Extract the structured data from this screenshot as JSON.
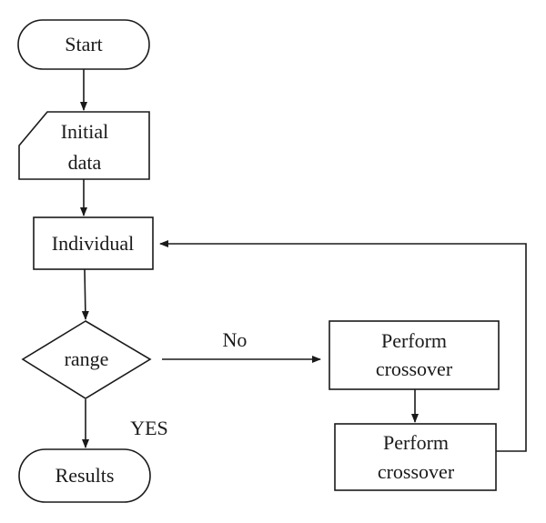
{
  "nodes": {
    "start": {
      "label": "Start"
    },
    "initial_data": {
      "line1": "Initial",
      "line2": "data"
    },
    "individual": {
      "label": "Individual"
    },
    "range": {
      "label": "range"
    },
    "crossover_1": {
      "line1": "Perform",
      "line2": "crossover"
    },
    "crossover_2": {
      "line1": "Perform",
      "line2": "crossover"
    },
    "results": {
      "label": "Results"
    }
  },
  "edges": {
    "no_label": "No",
    "yes_label": "YES"
  },
  "colors": {
    "stroke": "#1a1a1a",
    "background": "#ffffff"
  }
}
